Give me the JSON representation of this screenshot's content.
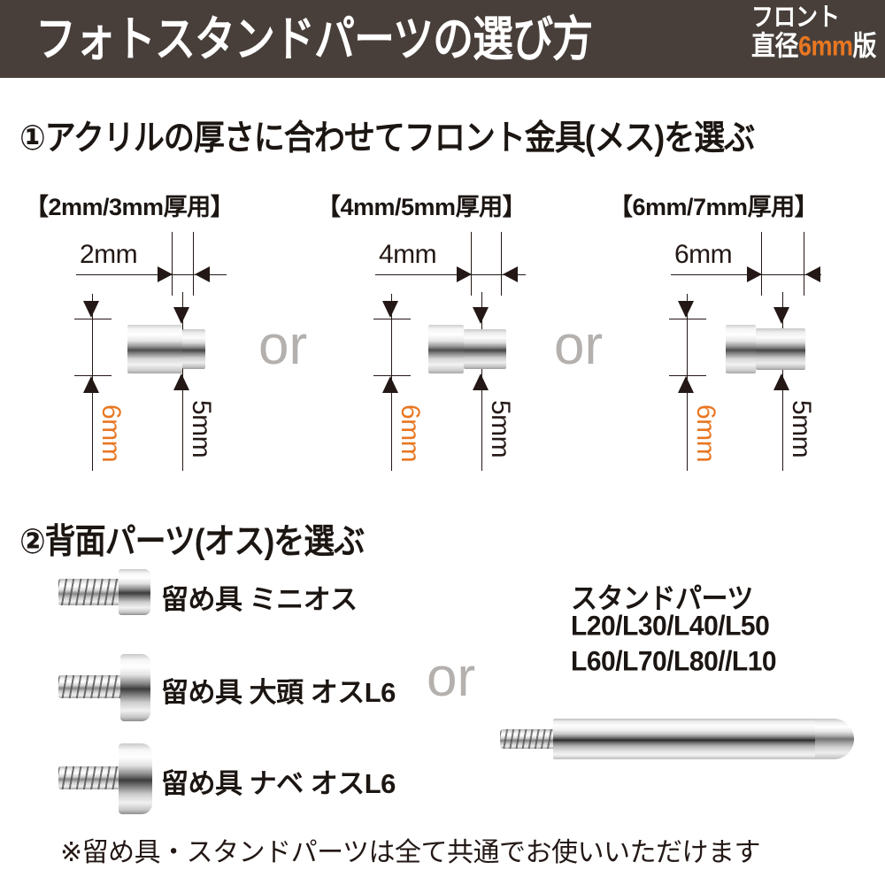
{
  "header": {
    "title": "フォトスタンドパーツの選び方",
    "badge_line1": "フロント",
    "badge_line2_pre": "直径",
    "badge_line2_accent": "6mm",
    "badge_line2_post": "版",
    "bg_color": "#483f3a",
    "text_color": "#ffffff",
    "accent_color": "#e87722"
  },
  "section1": {
    "heading": "①アクリルの厚さに合わせてフロント金具(メス)を選ぶ",
    "or_label": "or",
    "options": [
      {
        "bracket_label": "【2mm/3mm厚用】",
        "h_dim": "2mm",
        "v_dim_left": "6mm",
        "v_dim_right": "5mm",
        "body_width": 62,
        "neck_width": 26
      },
      {
        "bracket_label": "【4mm/5mm厚用】",
        "h_dim": "4mm",
        "v_dim_left": "6mm",
        "v_dim_right": "5mm",
        "body_width": 40,
        "neck_width": 48
      },
      {
        "bracket_label": "【6mm/7mm厚用】",
        "h_dim": "6mm",
        "v_dim_left": "6mm",
        "v_dim_right": "5mm",
        "body_width": 34,
        "neck_width": 56
      }
    ]
  },
  "section2": {
    "heading": "②背面パーツ(オス)を選ぶ",
    "or_label": "or",
    "screws": [
      {
        "label": "留め具 ミニオス"
      },
      {
        "label": "留め具 大頭 オスL6"
      },
      {
        "label": "留め具 ナベ オスL6"
      }
    ],
    "stand": {
      "title_line1": "スタンドパーツ",
      "title_line2": "L20/L30/L40/L50",
      "title_line3": "L60/L70/L80//L10"
    }
  },
  "footnote": "※留め具・スタンドパーツは全て共通でお使いいただけます"
}
